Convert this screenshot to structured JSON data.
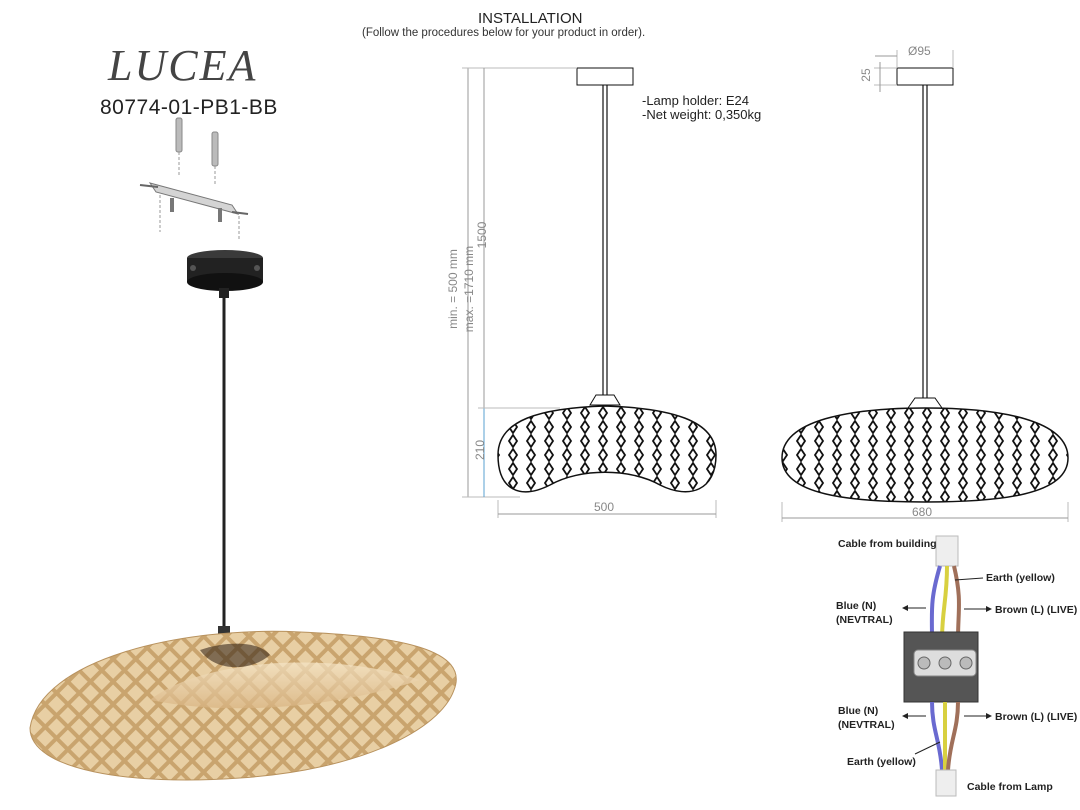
{
  "product": {
    "brand": "LUCEA",
    "model_code": "80774-01-PB1-BB"
  },
  "installation": {
    "title": "INSTALLATION",
    "subtitle": "(Follow the procedures below for your product in order)."
  },
  "specs": {
    "lamp_holder": "-Lamp holder: E24",
    "net_weight": "-Net weight: 0,350kg"
  },
  "dimensions": {
    "min_length": "min. = 500 mm",
    "max_length": "max. =1710 mm",
    "cable_length": "1500",
    "shade_height": "210",
    "side_width": "500",
    "front_width": "680",
    "canopy_diameter": "Ø95",
    "canopy_height": "25"
  },
  "wiring": {
    "cable_from_building": "Cable from building",
    "earth_top": "Earth (yellow)",
    "blue_top": "Blue (N)\n(NEVTRAL)",
    "brown_top": "Brown (L) (LIVE)",
    "blue_bottom": "Blue (N)\n(NEVTRAL)",
    "brown_bottom": "Brown (L) (LIVE)",
    "earth_bottom": "Earth (yellow)",
    "cable_from_lamp": "Cable from Lamp"
  },
  "colors": {
    "rattan": "#e3c79a",
    "wire_blue": "#6a6ad0",
    "wire_brown": "#a0705a",
    "wire_yellow": "#d8d040",
    "dim_line": "#999999",
    "dim_blue": "#5aa0d0"
  }
}
